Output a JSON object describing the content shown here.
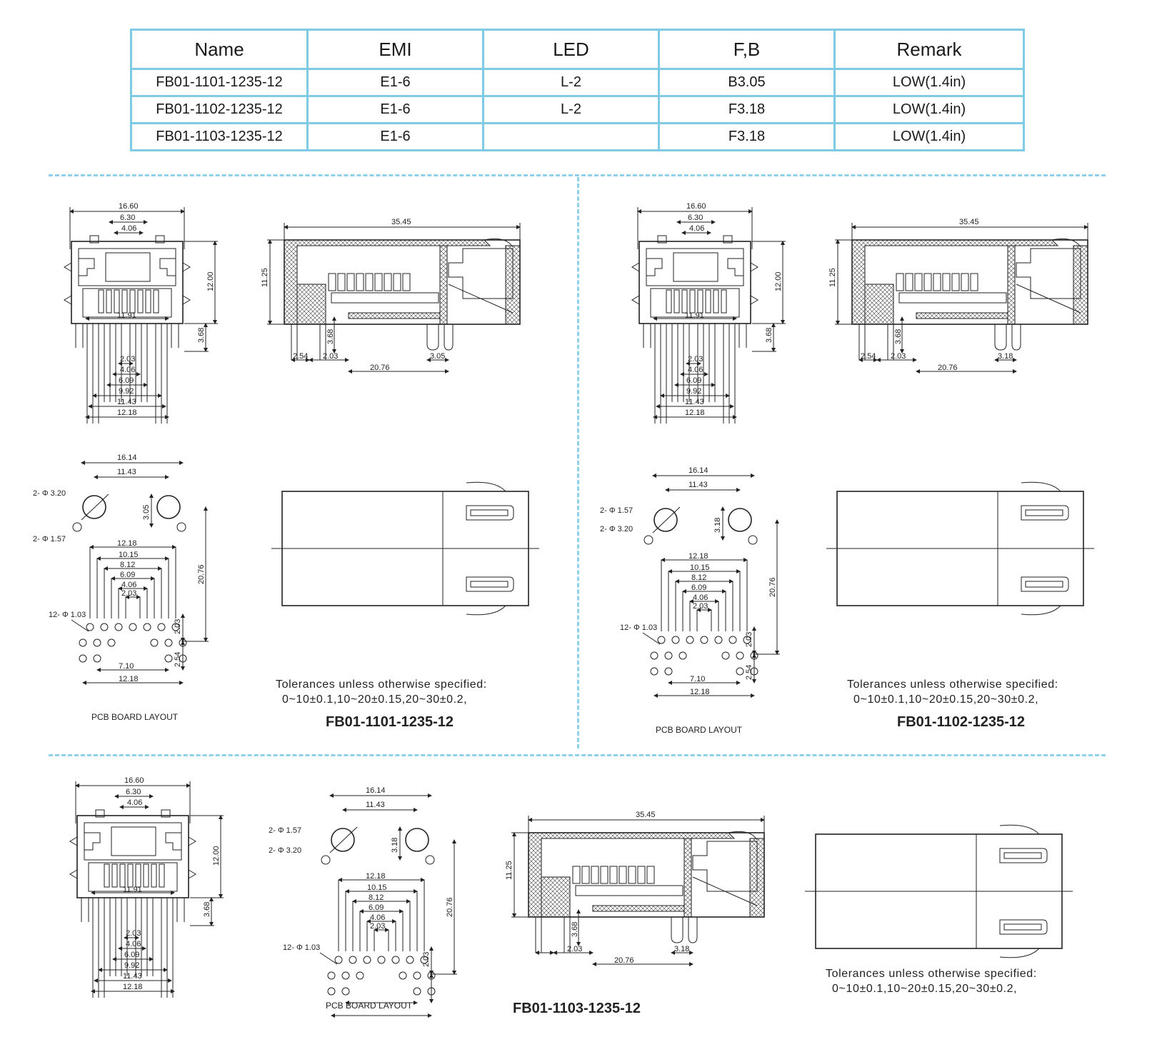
{
  "table": {
    "headers": [
      "Name",
      "EMI",
      "LED",
      "F,B",
      "Remark"
    ],
    "rows": [
      [
        "FB01-1101-1235-12",
        "E1-6",
        "L-2",
        "B3.05",
        "LOW(1.4in)"
      ],
      [
        "FB01-1102-1235-12",
        "E1-6",
        "L-2",
        "F3.18",
        "LOW(1.4in)"
      ],
      [
        "FB01-1103-1235-12",
        "E1-6",
        "",
        "F3.18",
        "LOW(1.4in)"
      ]
    ]
  },
  "front_dims": {
    "w1660": "16.60",
    "w630": "6.30",
    "w406": "4.06",
    "h1200": "12.00",
    "w1191": "11.91",
    "h368": "3.68",
    "p203": "2.03",
    "p406": "4.06",
    "p609": "6.09",
    "p992": "9.92",
    "p1143": "11.43",
    "p1218": "12.18"
  },
  "side_dims": {
    "l3545": "35.45",
    "h1125": "11.25",
    "h368": "3.68",
    "d254": "2.54",
    "d203": "2.03",
    "d2076": "20.76"
  },
  "pcb_dims": {
    "w1614": "16.14",
    "w1143": "11.43",
    "phi320": "2- Φ 3.20",
    "phi157": "2- Φ 1.57",
    "phi103": "12- Φ 1.03",
    "w1218": "12.18",
    "w1015": "10.15",
    "w812": "8.12",
    "w609": "6.09",
    "w406": "4.06",
    "w203": "2.03",
    "v2076": "20.76",
    "v203": "2.03",
    "v254": "2.54",
    "w710": "7.10"
  },
  "panels": [
    {
      "part_number": "FB01-1101-1235-12",
      "side_offset": "3.05",
      "pcb_offset": "3.05"
    },
    {
      "part_number": "FB01-1102-1235-12",
      "side_offset": "3.18",
      "pcb_offset": "3.18"
    },
    {
      "part_number": "FB01-1103-1235-12",
      "side_offset": "3.18",
      "pcb_offset": "3.18"
    }
  ],
  "pcb_title": "PCB BOARD LAYOUT",
  "tolerance": {
    "line1": "Tolerances unless otherwise specified:",
    "line2": "0~10±0.1,10~20±0.15,20~30±0.2,"
  },
  "colors": {
    "table_border": "#7fcbe6",
    "separator": "#8fd0ea"
  }
}
